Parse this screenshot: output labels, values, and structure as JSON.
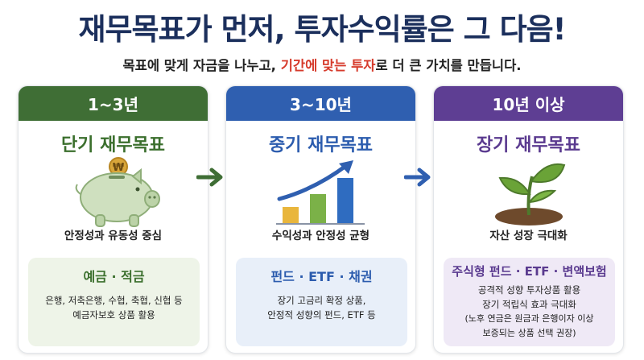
{
  "header": {
    "title": "재무목표가 먼저, 투자수익률은 그 다음!",
    "subtitle_part1": "목표에 맞게 자금을 나누고, ",
    "subtitle_highlight1": "기간에 맞는",
    "subtitle_space": " ",
    "subtitle_highlight2": "투자",
    "subtitle_part2": "로 더 큰 가치를 만듭니다."
  },
  "cards": [
    {
      "period": "1~3년",
      "title": "단기 재무목표",
      "icon": "piggy-bank-icon",
      "coin_symbol": "₩",
      "focus": "안정성과 유동성 중심",
      "products": "예금 · 적금",
      "lines": [
        "은행, 저축은행, 수협, 축협, 신협 등",
        "예금자보호 상품 활용"
      ]
    },
    {
      "period": "3~10년",
      "title": "중기 재무목표",
      "icon": "growth-chart-icon",
      "focus": "수익성과 안정성 균형",
      "products": "펀드 · ETF · 채권",
      "lines": [
        "장기 고금리 확정 상품,",
        "안정적 성향의 펀드, ETF 등"
      ]
    },
    {
      "period": "10년 이상",
      "title": "장기 재무목표",
      "icon": "sprout-icon",
      "focus": "자산 성장 극대화",
      "products": "주식형 펀드 · ETF · 변액보험",
      "lines": [
        "공격적 성향 투자상품 활용",
        "장기 적립식 효과 극대화"
      ],
      "note_lines": [
        "(노후 연금은 원금과 은행이자 이상",
        "보증되는 상품 선택 권장)"
      ]
    }
  ],
  "colors": {
    "short_term": "#3f6e35",
    "mid_term": "#2f5fb0",
    "long_term": "#5e3e93",
    "highlight": "#d63a2b",
    "headline": "#1b2f5c"
  }
}
